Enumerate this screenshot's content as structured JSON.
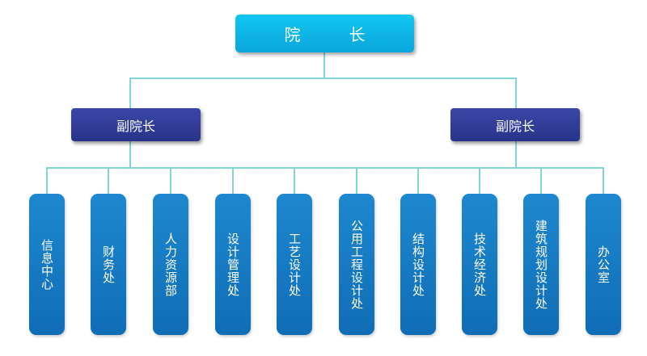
{
  "org": {
    "head": {
      "title_part1": "院",
      "title_part2": "长"
    },
    "deputies": [
      "副院长",
      "副院长"
    ],
    "departments": [
      "信息中心",
      "财务处",
      "人力资源部",
      "设计管理处",
      "工艺设计处",
      "公用工程设计处",
      "结构设计处",
      "技术经济处",
      "建筑规划设计处",
      "办公室"
    ]
  },
  "colors": {
    "head_box": "#0aa6dc",
    "deputy_box": "#28348a",
    "department_box": "#0f6db5",
    "connector": "#7fd6d4"
  }
}
